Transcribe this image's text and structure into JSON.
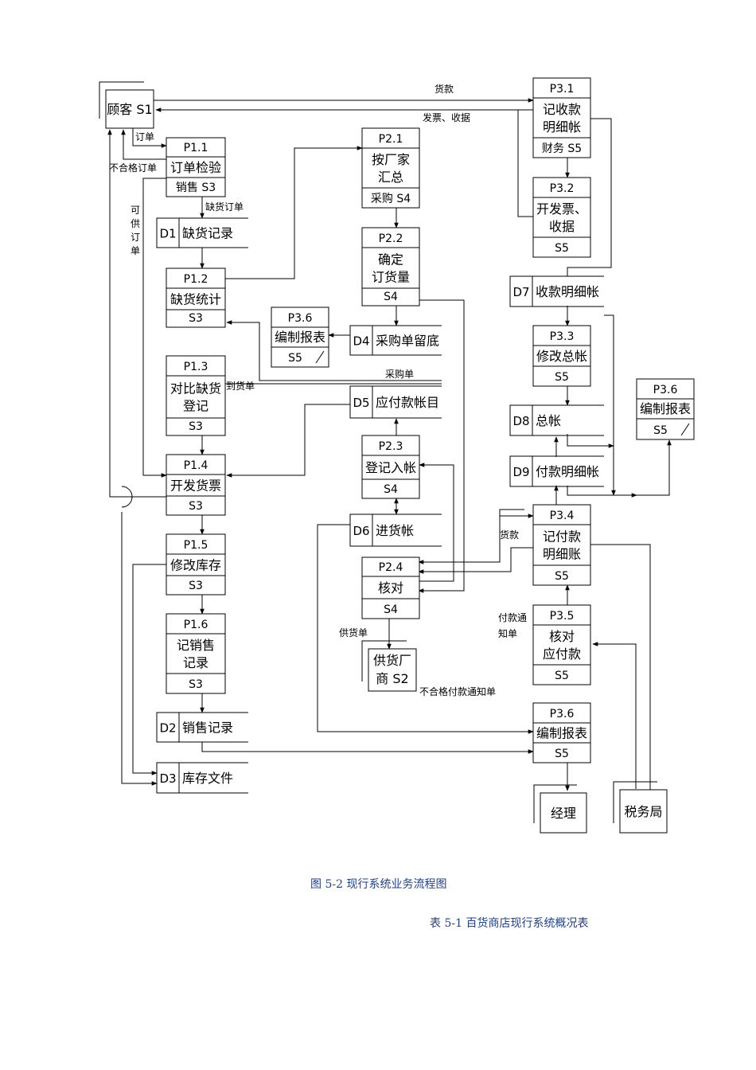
{
  "processes": [
    {
      "id": "P1.1",
      "lines": [
        "订单检验"
      ],
      "owner": "销售 S3"
    },
    {
      "id": "P1.2",
      "lines": [
        "缺货统计"
      ],
      "owner": "S3"
    },
    {
      "id": "P1.3",
      "lines": [
        "对比缺货",
        "登记"
      ],
      "owner": "S3"
    },
    {
      "id": "P1.4",
      "lines": [
        "开发货票"
      ],
      "owner": "S3"
    },
    {
      "id": "P1.5",
      "lines": [
        "修改库存"
      ],
      "owner": "S3"
    },
    {
      "id": "P1.6",
      "lines": [
        "记销售",
        "记录"
      ],
      "owner": "S3"
    },
    {
      "id": "P2.1",
      "lines": [
        "按厂家",
        "汇总"
      ],
      "owner": "采购 S4"
    },
    {
      "id": "P2.2",
      "lines": [
        "确定",
        "订货量"
      ],
      "owner": "S4"
    },
    {
      "id": "P2.3",
      "lines": [
        "登记入帐"
      ],
      "owner": "S4"
    },
    {
      "id": "P2.4",
      "lines": [
        "核对"
      ],
      "owner": "S4"
    },
    {
      "id": "P3.1",
      "lines": [
        "记收款",
        "明细帐"
      ],
      "owner": "财务 S5"
    },
    {
      "id": "P3.2",
      "lines": [
        "开发票、",
        "收据"
      ],
      "owner": "S5"
    },
    {
      "id": "P3.3",
      "lines": [
        "修改总帐"
      ],
      "owner": "S5"
    },
    {
      "id": "P3.4",
      "lines": [
        "记付款",
        "明细账"
      ],
      "owner": "S5"
    },
    {
      "id": "P3.5",
      "lines": [
        "核对",
        "应付款"
      ],
      "owner": "S5"
    },
    {
      "id": "P3.6",
      "lines": [
        "编制报表"
      ],
      "owner": "S5"
    }
  ],
  "small_reports": [
    {
      "id": "P3.6",
      "lines": [
        "编制报表"
      ],
      "owner": "S5"
    },
    {
      "id": "P3.6",
      "lines": [
        "编制报表"
      ],
      "owner": "S5"
    }
  ],
  "stores": [
    {
      "id": "D1",
      "name": "缺货记录"
    },
    {
      "id": "D2",
      "name": "销售记录"
    },
    {
      "id": "D3",
      "name": "库存文件"
    },
    {
      "id": "D4",
      "name": "采购单留底"
    },
    {
      "id": "D5",
      "name": "应付款帐目"
    },
    {
      "id": "D6",
      "name": "进货帐"
    },
    {
      "id": "D7",
      "name": "收款明细帐"
    },
    {
      "id": "D8",
      "name": "总帐"
    },
    {
      "id": "D9",
      "name": "付款明细帐"
    }
  ],
  "externals": [
    {
      "name": "顾客 S1"
    },
    {
      "name": "供货厂",
      "name2": "商 S2"
    },
    {
      "name": "经理"
    },
    {
      "name": "税务局"
    }
  ],
  "flow_labels": {
    "huokuan_top": "货款",
    "fapiao": "发票、收据",
    "dingdan": "订单",
    "buhege": "不合格订单",
    "kegong": [
      "可",
      "供",
      "订",
      "单"
    ],
    "quehuo": "缺货订单",
    "daohuodan": "到货单",
    "caigoudan": "采购单",
    "huokuan_mid": "货款",
    "gonghuodan": "供货单",
    "fukuan": [
      "付款通",
      "知单"
    ],
    "buhege_fk": "不合格付款通知单"
  },
  "caption": "图 5-2   现行系统业务流程图",
  "table_caption": "表 5-1  百货商店现行系统概况表"
}
